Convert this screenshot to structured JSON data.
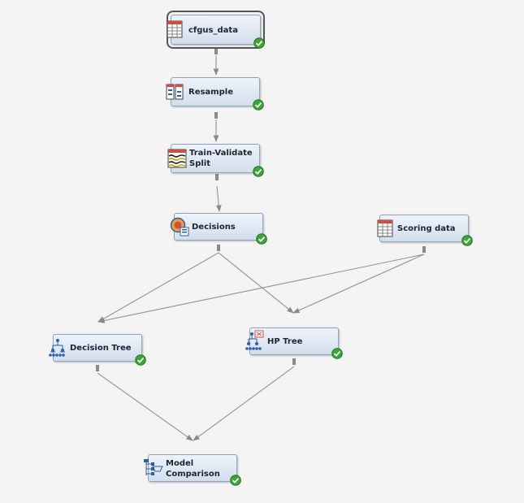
{
  "nodes": {
    "cfgus_data": {
      "label": "cfgus_data",
      "icon": "data-table-icon"
    },
    "resample": {
      "label": "Resample",
      "icon": "resample-icon"
    },
    "train_validate_split": {
      "label": "Train-Validate Split",
      "icon": "split-icon"
    },
    "decisions": {
      "label": "Decisions",
      "icon": "decisions-icon"
    },
    "scoring_data": {
      "label": "Scoring data",
      "icon": "data-table-icon"
    },
    "decision_tree": {
      "label": "Decision Tree",
      "icon": "tree-icon"
    },
    "hp_tree": {
      "label": "HP Tree",
      "icon": "hp-tree-icon"
    },
    "model_comparison": {
      "label": "Model Comparison",
      "icon": "model-comparison-icon"
    }
  },
  "edges": [
    [
      "cfgus_data",
      "resample"
    ],
    [
      "resample",
      "train_validate_split"
    ],
    [
      "train_validate_split",
      "decisions"
    ],
    [
      "decisions",
      "decision_tree"
    ],
    [
      "decisions",
      "hp_tree"
    ],
    [
      "scoring_data",
      "decision_tree"
    ],
    [
      "scoring_data",
      "hp_tree"
    ],
    [
      "decision_tree",
      "model_comparison"
    ],
    [
      "hp_tree",
      "model_comparison"
    ]
  ],
  "status": "completed",
  "colors": {
    "node_border": "#8fa4bf",
    "edge": "#8a8a8a",
    "check": "#3aa635"
  }
}
